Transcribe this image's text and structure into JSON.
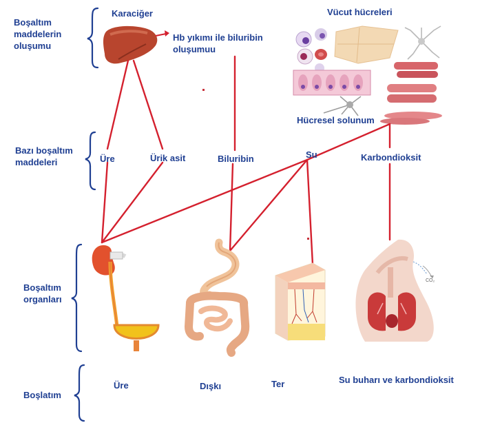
{
  "rows": {
    "formation": "Boşaltım maddelerin oluşumu",
    "substances": "Bazı boşaltım maddeleri",
    "organs": "Boşaltım organları",
    "output": "Boşlatım"
  },
  "top": {
    "liver": "Karaciğer",
    "hb_process": "Hb yıkımı ile biluribin oluşumuu",
    "body_cells": "Vücut hücreleri",
    "cell_resp": "Hücresel solunum"
  },
  "substances": {
    "urea": "Üre",
    "uric_acid": "Ürik asit",
    "bilirubin": "Biluribin",
    "water": "Su",
    "co2": "Karbondioksit"
  },
  "organ_labels": {
    "co2_small": "CO₂"
  },
  "outputs": {
    "urea": "Üre",
    "feces": "Dışkı",
    "sweat": "Ter",
    "vapor_co2": "Su buharı ve karbondioksit"
  },
  "colors": {
    "text": "#1f3f92",
    "line": "#d4202e",
    "brace": "#1f3f92"
  }
}
